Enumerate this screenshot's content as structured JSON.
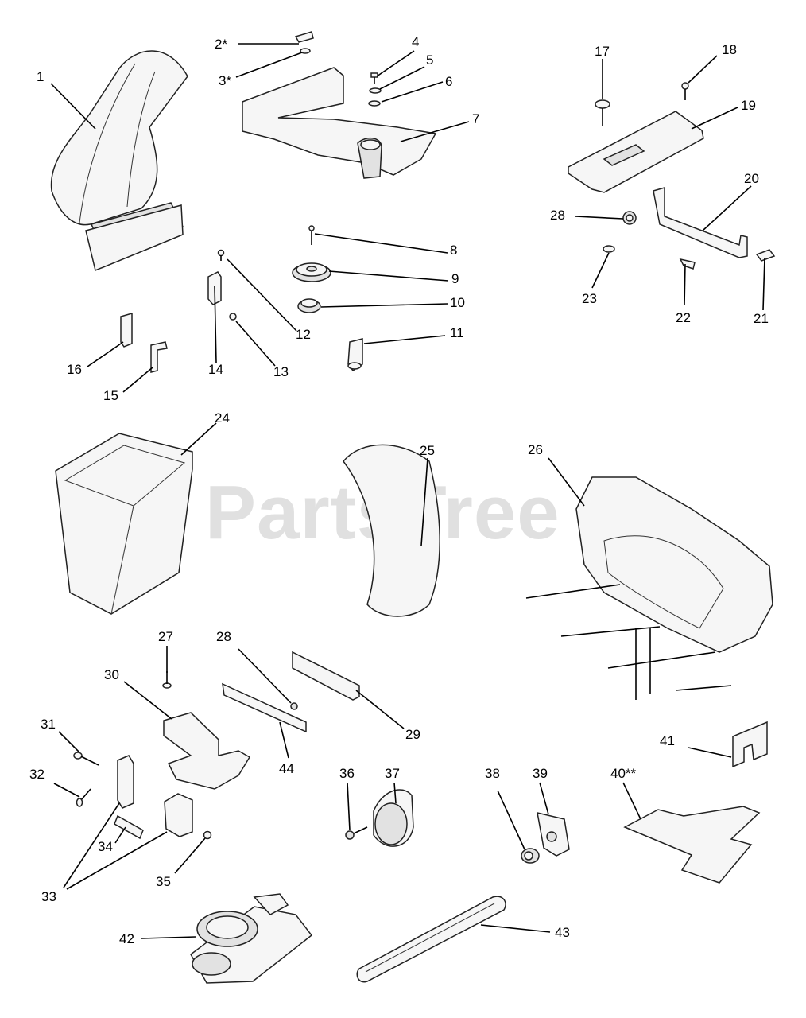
{
  "watermark": "PartsTree",
  "callouts": [
    {
      "id": "1",
      "text": "1"
    },
    {
      "id": "2",
      "text": "2*"
    },
    {
      "id": "3",
      "text": "3*"
    },
    {
      "id": "4",
      "text": "4"
    },
    {
      "id": "5",
      "text": "5"
    },
    {
      "id": "6",
      "text": "6"
    },
    {
      "id": "7",
      "text": "7"
    },
    {
      "id": "8",
      "text": "8"
    },
    {
      "id": "9",
      "text": "9"
    },
    {
      "id": "10",
      "text": "10"
    },
    {
      "id": "11",
      "text": "11"
    },
    {
      "id": "12",
      "text": "12"
    },
    {
      "id": "13",
      "text": "13"
    },
    {
      "id": "14",
      "text": "14"
    },
    {
      "id": "15",
      "text": "15"
    },
    {
      "id": "16",
      "text": "16"
    },
    {
      "id": "17",
      "text": "17"
    },
    {
      "id": "18",
      "text": "18"
    },
    {
      "id": "19",
      "text": "19"
    },
    {
      "id": "20",
      "text": "20"
    },
    {
      "id": "21",
      "text": "21"
    },
    {
      "id": "22",
      "text": "22"
    },
    {
      "id": "23",
      "text": "23"
    },
    {
      "id": "24",
      "text": "24"
    },
    {
      "id": "25",
      "text": "25"
    },
    {
      "id": "26",
      "text": "26"
    },
    {
      "id": "27",
      "text": "27"
    },
    {
      "id": "28a",
      "text": "28"
    },
    {
      "id": "28b",
      "text": "28"
    },
    {
      "id": "29",
      "text": "29"
    },
    {
      "id": "30",
      "text": "30"
    },
    {
      "id": "31",
      "text": "31"
    },
    {
      "id": "32",
      "text": "32"
    },
    {
      "id": "33",
      "text": "33"
    },
    {
      "id": "34",
      "text": "34"
    },
    {
      "id": "35",
      "text": "35"
    },
    {
      "id": "36",
      "text": "36"
    },
    {
      "id": "37",
      "text": "37"
    },
    {
      "id": "38",
      "text": "38"
    },
    {
      "id": "39",
      "text": "39"
    },
    {
      "id": "40",
      "text": "40**"
    },
    {
      "id": "41",
      "text": "41"
    },
    {
      "id": "42",
      "text": "42"
    },
    {
      "id": "43",
      "text": "43"
    },
    {
      "id": "44",
      "text": "44"
    }
  ]
}
